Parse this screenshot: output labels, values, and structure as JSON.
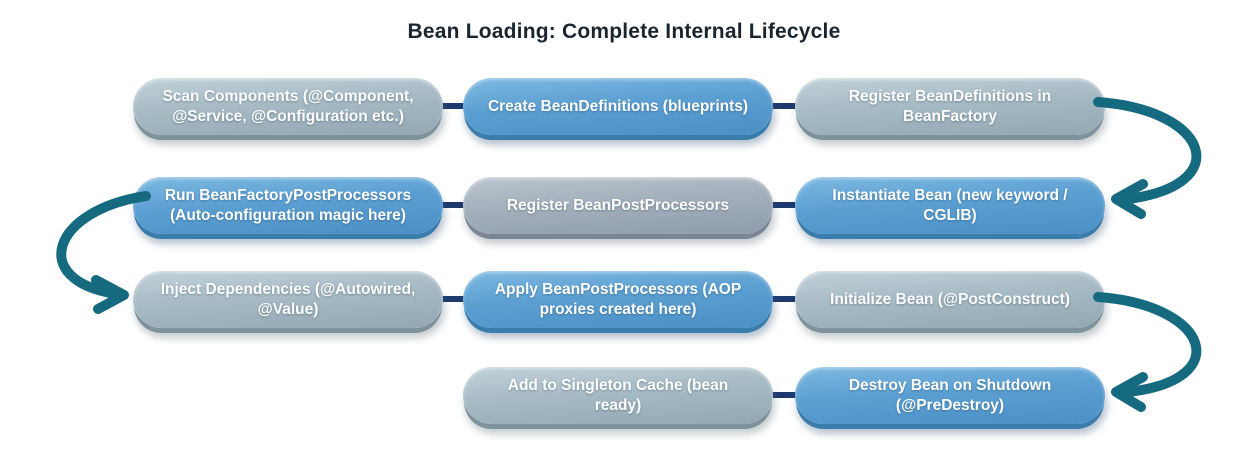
{
  "title": "Bean Loading: Complete Internal Lifecycle",
  "diagram_type": "flowchart",
  "colors": {
    "background": "#ffffff",
    "title_text": "#1b2530",
    "pill_text": "#ffffff",
    "blue_pill": "#5b9fd2",
    "slate_pill": "#a7bbc5",
    "gray_pill": "#a3afbb",
    "connector": "#1e3a6d",
    "arrow": "#166a80"
  },
  "nodes": [
    {
      "id": "scan-components",
      "label": "Scan Components (@Component, @Service, @Configuration etc.)",
      "style": "slate",
      "row": 1,
      "col": 1
    },
    {
      "id": "create-beandefinitions",
      "label": "Create BeanDefinitions (blueprints)",
      "style": "blue",
      "row": 1,
      "col": 2
    },
    {
      "id": "register-beandefinitions",
      "label": "Register BeanDefinitions in BeanFactory",
      "style": "slate",
      "row": 1,
      "col": 3
    },
    {
      "id": "run-beanfactorypostprocessors",
      "label": "Run BeanFactoryPostProcessors (Auto-configuration magic here)",
      "style": "blue",
      "row": 2,
      "col": 1
    },
    {
      "id": "register-beanpostprocessors",
      "label": "Register BeanPostProcessors",
      "style": "gray",
      "row": 2,
      "col": 2
    },
    {
      "id": "instantiate-bean",
      "label": "Instantiate Bean (new keyword / CGLIB)",
      "style": "blue",
      "row": 2,
      "col": 3
    },
    {
      "id": "inject-dependencies",
      "label": "Inject Dependencies (@Autowired, @Value)",
      "style": "slate",
      "row": 3,
      "col": 1
    },
    {
      "id": "apply-beanpostprocessors",
      "label": "Apply BeanPostProcessors (AOP proxies created here)",
      "style": "blue",
      "row": 3,
      "col": 2
    },
    {
      "id": "initialize-bean",
      "label": "Initialize Bean (@PostConstruct)",
      "style": "slate",
      "row": 3,
      "col": 3
    },
    {
      "id": "add-to-singleton-cache",
      "label": "Add to Singleton Cache (bean ready)",
      "style": "slate",
      "row": 4,
      "col": 2
    },
    {
      "id": "destroy-bean",
      "label": "Destroy Bean on Shutdown (@PreDestroy)",
      "style": "blue",
      "row": 4,
      "col": 3
    }
  ],
  "arrows": [
    {
      "id": "arrow-register-to-instantiate",
      "from": "register-beandefinitions",
      "to": "instantiate-bean",
      "side": "right",
      "direction": "down"
    },
    {
      "id": "arrow-run-to-inject",
      "from": "run-beanfactorypostprocessors",
      "to": "inject-dependencies",
      "side": "left",
      "direction": "down"
    },
    {
      "id": "arrow-initialize-to-destroy",
      "from": "initialize-bean",
      "to": "destroy-bean",
      "side": "right",
      "direction": "down"
    }
  ]
}
